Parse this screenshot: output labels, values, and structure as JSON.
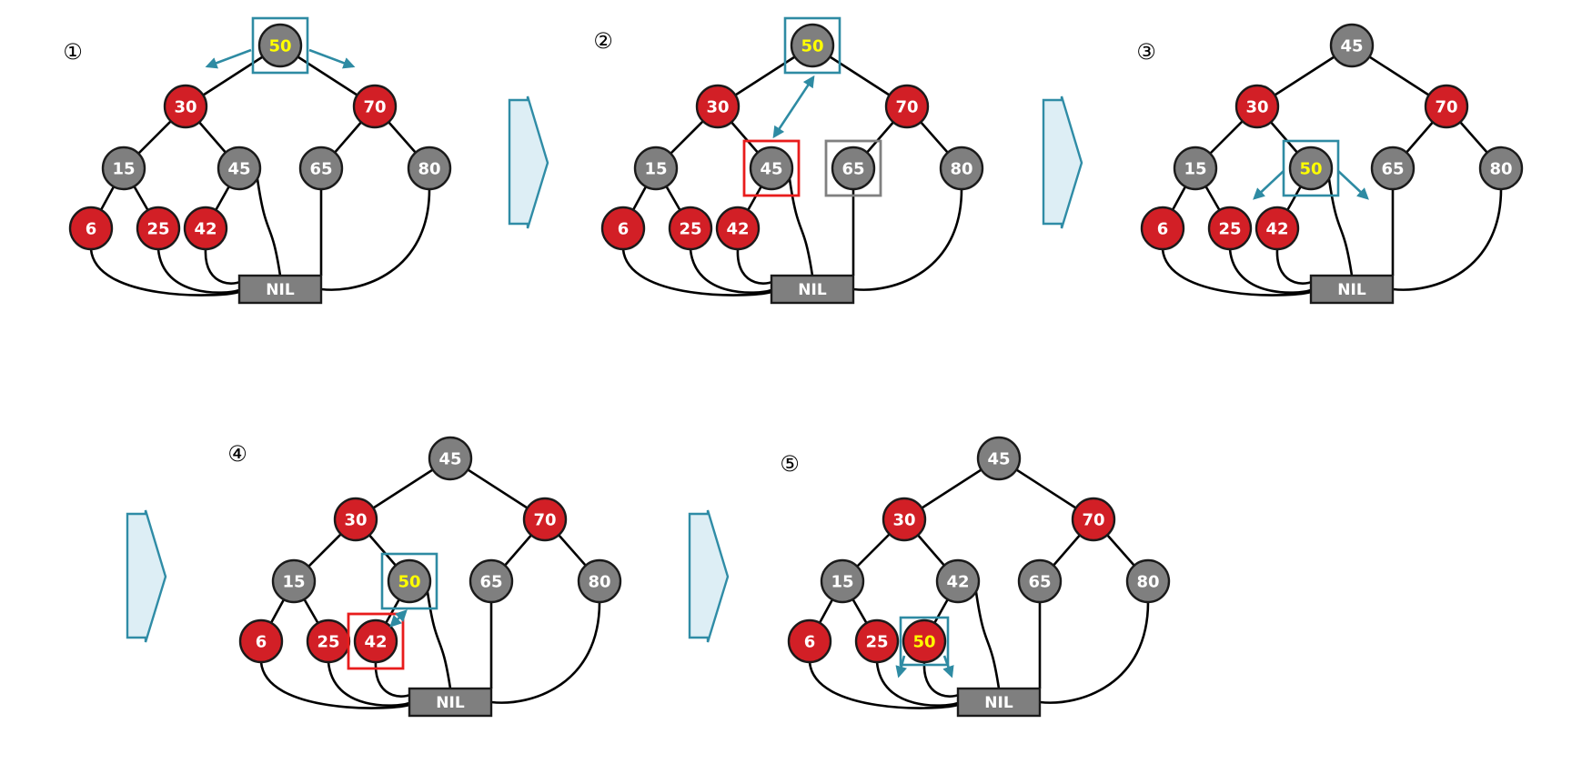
{
  "nil_label": "NIL",
  "colors": {
    "red": "#d21f26",
    "black": "#7f7f7f",
    "highlight_text": "#ffff00",
    "teal": "#2e8ba3"
  },
  "panels": [
    {
      "step": "①",
      "nodes": [
        {
          "id": "root",
          "label": "50",
          "color": "black",
          "highlight": true
        },
        {
          "id": "l",
          "label": "30",
          "color": "red"
        },
        {
          "id": "r",
          "label": "70",
          "color": "red"
        },
        {
          "id": "ll",
          "label": "15",
          "color": "black"
        },
        {
          "id": "lr",
          "label": "45",
          "color": "black"
        },
        {
          "id": "rl",
          "label": "65",
          "color": "black"
        },
        {
          "id": "rr",
          "label": "80",
          "color": "black"
        },
        {
          "id": "lll",
          "label": "6",
          "color": "red"
        },
        {
          "id": "llr",
          "label": "25",
          "color": "red"
        },
        {
          "id": "lrl",
          "label": "42",
          "color": "red"
        }
      ]
    },
    {
      "step": "②",
      "nodes": [
        {
          "id": "root",
          "label": "50",
          "color": "black",
          "highlight": true
        },
        {
          "id": "l",
          "label": "30",
          "color": "red"
        },
        {
          "id": "r",
          "label": "70",
          "color": "red"
        },
        {
          "id": "ll",
          "label": "15",
          "color": "black"
        },
        {
          "id": "lr",
          "label": "45",
          "color": "black"
        },
        {
          "id": "rl",
          "label": "65",
          "color": "black"
        },
        {
          "id": "rr",
          "label": "80",
          "color": "black"
        },
        {
          "id": "lll",
          "label": "6",
          "color": "red"
        },
        {
          "id": "llr",
          "label": "25",
          "color": "red"
        },
        {
          "id": "lrl",
          "label": "42",
          "color": "red"
        }
      ]
    },
    {
      "step": "③",
      "nodes": [
        {
          "id": "root",
          "label": "45",
          "color": "black"
        },
        {
          "id": "l",
          "label": "30",
          "color": "red"
        },
        {
          "id": "r",
          "label": "70",
          "color": "red"
        },
        {
          "id": "ll",
          "label": "15",
          "color": "black"
        },
        {
          "id": "lr",
          "label": "50",
          "color": "black",
          "highlight": true
        },
        {
          "id": "rl",
          "label": "65",
          "color": "black"
        },
        {
          "id": "rr",
          "label": "80",
          "color": "black"
        },
        {
          "id": "lll",
          "label": "6",
          "color": "red"
        },
        {
          "id": "llr",
          "label": "25",
          "color": "red"
        },
        {
          "id": "lrl",
          "label": "42",
          "color": "red"
        }
      ]
    },
    {
      "step": "④",
      "nodes": [
        {
          "id": "root",
          "label": "45",
          "color": "black"
        },
        {
          "id": "l",
          "label": "30",
          "color": "red"
        },
        {
          "id": "r",
          "label": "70",
          "color": "red"
        },
        {
          "id": "ll",
          "label": "15",
          "color": "black"
        },
        {
          "id": "lr",
          "label": "50",
          "color": "black",
          "highlight": true
        },
        {
          "id": "rl",
          "label": "65",
          "color": "black"
        },
        {
          "id": "rr",
          "label": "80",
          "color": "black"
        },
        {
          "id": "lll",
          "label": "6",
          "color": "red"
        },
        {
          "id": "llr",
          "label": "25",
          "color": "red"
        },
        {
          "id": "lrl",
          "label": "42",
          "color": "red"
        }
      ]
    },
    {
      "step": "⑤",
      "nodes": [
        {
          "id": "root",
          "label": "45",
          "color": "black"
        },
        {
          "id": "l",
          "label": "30",
          "color": "red"
        },
        {
          "id": "r",
          "label": "70",
          "color": "red"
        },
        {
          "id": "ll",
          "label": "15",
          "color": "black"
        },
        {
          "id": "lr",
          "label": "42",
          "color": "black"
        },
        {
          "id": "rl",
          "label": "65",
          "color": "black"
        },
        {
          "id": "rr",
          "label": "80",
          "color": "black"
        },
        {
          "id": "lll",
          "label": "6",
          "color": "red"
        },
        {
          "id": "llr",
          "label": "25",
          "color": "red"
        },
        {
          "id": "lrl",
          "label": "50",
          "color": "red",
          "highlight": true
        }
      ]
    }
  ]
}
